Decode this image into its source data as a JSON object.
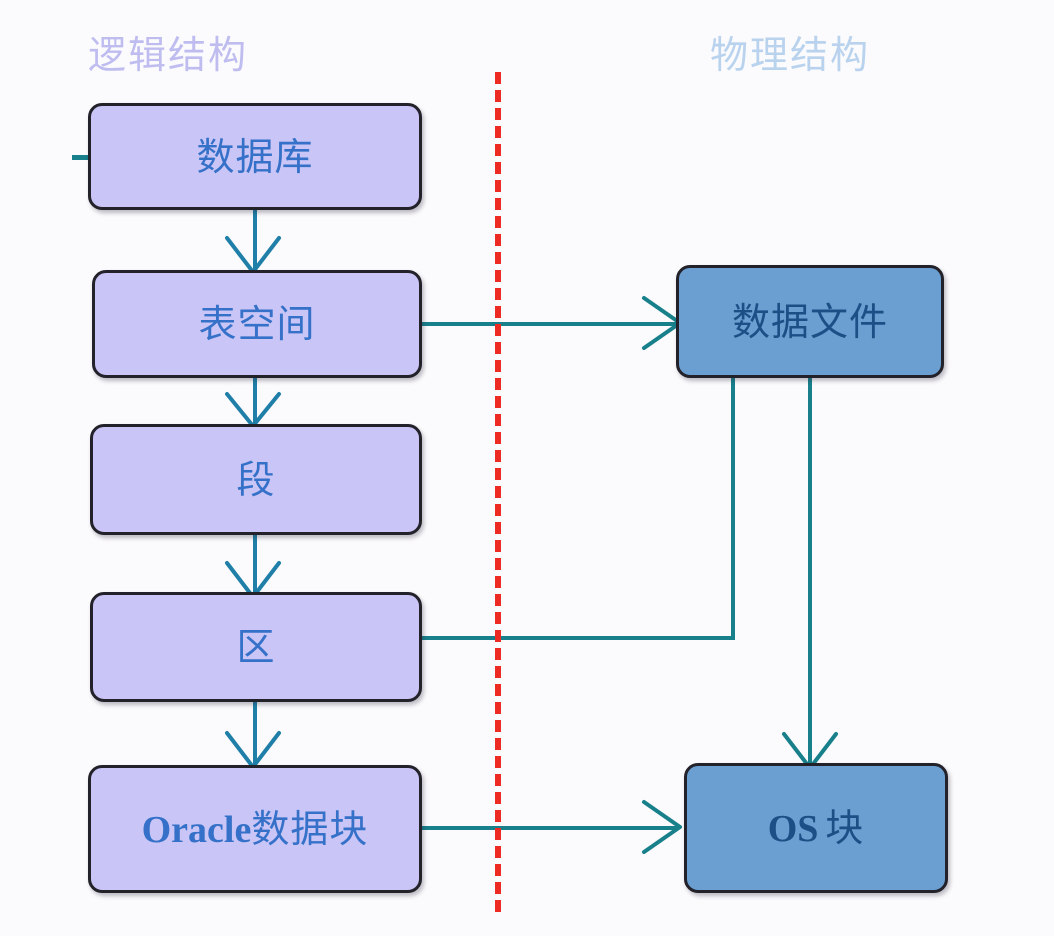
{
  "diagram": {
    "title_logical": "逻辑结构",
    "title_physical": "物理结构",
    "divider": {
      "name": "logical-physical-divider",
      "style": "dashed",
      "color": "#ee2b22",
      "orientation": "vertical"
    },
    "colors": {
      "background": "#fbfafc",
      "logical_fill": "#c9c5f6",
      "logical_text": "#3571c8",
      "physical_fill": "#6b9fd1",
      "physical_text": "#1b4f86",
      "node_border": "#23222b",
      "connector_teal": "#18808b",
      "connector_blue": "#1f7fa8",
      "divider_red": "#ee2b22",
      "title_logical_color": "#bfbdf0",
      "title_physical_color": "#b9d3ee"
    },
    "nodes": {
      "database": {
        "label": "数据库",
        "side": "logical"
      },
      "tablespace": {
        "label": "表空间",
        "side": "logical"
      },
      "segment": {
        "label": "段",
        "side": "logical"
      },
      "extent": {
        "label": "区",
        "side": "logical"
      },
      "oracle_block_latin": "Oracle",
      "oracle_block_cjk": "数据块",
      "datafile": {
        "label": "数据文件",
        "side": "physical"
      },
      "os_block_latin": "OS",
      "os_block_cjk": "块"
    },
    "relations": [
      {
        "from": "数据库",
        "to": "表空间",
        "marker": "crow-foot",
        "direction": "down"
      },
      {
        "from": "表空间",
        "to": "段",
        "marker": "crow-foot",
        "direction": "down"
      },
      {
        "from": "段",
        "to": "区",
        "marker": "crow-foot",
        "direction": "down"
      },
      {
        "from": "区",
        "to": "Oracle数据块",
        "marker": "crow-foot",
        "direction": "down"
      },
      {
        "from": "表空间",
        "to": "数据文件",
        "marker": "crow-foot",
        "direction": "right"
      },
      {
        "from": "区",
        "to": "数据文件",
        "marker": "none",
        "direction": "right-up"
      },
      {
        "from": "数据文件",
        "to": "OS 块",
        "marker": "crow-foot",
        "direction": "down"
      },
      {
        "from": "Oracle数据块",
        "to": "OS 块",
        "marker": "crow-foot",
        "direction": "right"
      }
    ]
  }
}
